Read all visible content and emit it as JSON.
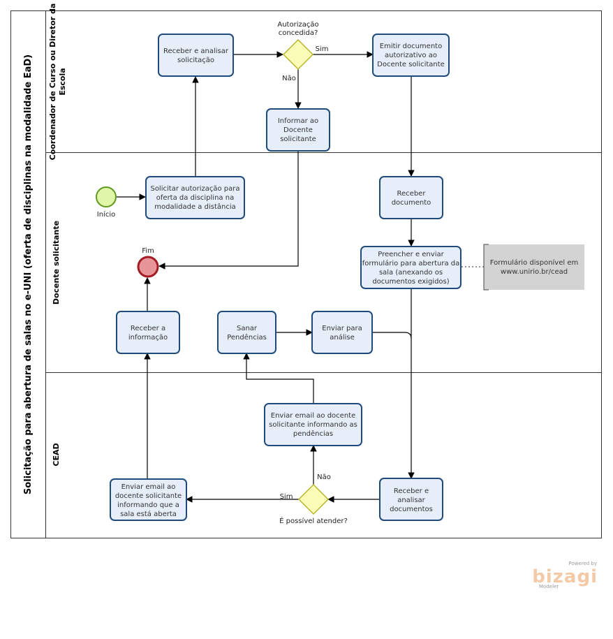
{
  "pool": {
    "title": "Solicitação para abertura de salas no e-UNI (oferta de disciplinas na modalidade EaD)"
  },
  "lanes": [
    {
      "id": "coord",
      "title_lines": [
        "Coordenador de Curso ou Diretor da",
        "Escola"
      ]
    },
    {
      "id": "docente",
      "title_lines": [
        "Docente  solicitante"
      ]
    },
    {
      "id": "cead",
      "title_lines": [
        "CEAD"
      ]
    }
  ],
  "tasks": {
    "receber_analisar": [
      "Receber  e analisar",
      "solicitação"
    ],
    "emitir_documento": [
      "Emitir documento",
      "autorizativo ao",
      "Docente solicitante"
    ],
    "informar_docente": [
      "Informar ao",
      "Docente",
      "solicitante"
    ],
    "solicitar_autorizacao": [
      "Solicitar autorização para",
      "oferta da disciplina na",
      "modalidade a distância"
    ],
    "receber_documento": [
      "Receber",
      "documento"
    ],
    "preencher_enviar": [
      "Preencher e enviar",
      "formulário para abertura da",
      "sala (anexando os",
      "documentos exigidos)"
    ],
    "receber_informacao": [
      "Receber a",
      "informação"
    ],
    "sanar_pendencias": [
      "Sanar",
      "Pendências"
    ],
    "enviar_analise": [
      "Enviar para",
      "análise"
    ],
    "enviar_email_pendencias": [
      "Enviar email ao docente",
      "solicitante informando as",
      "pendências"
    ],
    "enviar_email_aberta": [
      "Enviar email ao",
      "docente solicitante",
      "informando que a",
      "sala está aberta"
    ],
    "receber_analisar_docs": [
      "Receber e",
      "analisar",
      "documentos"
    ]
  },
  "gateways": {
    "autorizacao": {
      "question_lines": [
        "Autorização",
        "concedida?"
      ],
      "yes": "Sim",
      "no": "Não"
    },
    "possivel": {
      "question": "É possível atender?",
      "yes": "Sim",
      "no": "Não"
    }
  },
  "events": {
    "start": "Início",
    "end": "Fim"
  },
  "annotation": [
    "Formulário disponível em",
    "www.unirio.br/cead"
  ],
  "colors": {
    "task_fill": "#e6eefa",
    "task_stroke": "#1f4a7a",
    "start_fill": "#e0f5a8",
    "start_stroke": "#5f9a1e",
    "end_fill": "#e8959a",
    "end_stroke": "#a31c22",
    "gateway_fill": "#fbfbb8",
    "gateway_stroke": "#b8b52e",
    "annotation_fill": "#d3d3d3"
  },
  "branding": {
    "powered_by": "Powered by",
    "name": "bizagi",
    "sub": "Modeler"
  }
}
